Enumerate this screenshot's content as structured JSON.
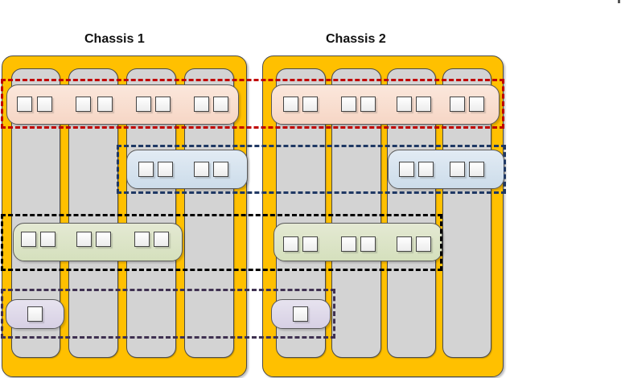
{
  "diagram": {
    "chassis": [
      {
        "id": "chassis-1",
        "label": "Chassis 1",
        "blade_count": 4
      },
      {
        "id": "chassis-2",
        "label": "Chassis 2",
        "blade_count": 4
      }
    ],
    "colors": {
      "chassis_fill": "#ffc000",
      "blade_fill": "#d3d3d3",
      "red_group": "#c00000",
      "blue_group": "#1f3864",
      "black_group": "#000000",
      "purple_group": "#3f3151",
      "red_module_fill": "#f8dccd",
      "blue_module_fill": "#d6e3ef",
      "green_module_fill": "#dde4c8",
      "purple_module_fill": "#ddd8e9"
    },
    "groups": [
      {
        "name": "red-group",
        "chassis_1_ports": 8,
        "chassis_2_ports": 8,
        "spans_blades": "all 4 in each chassis"
      },
      {
        "name": "blue-group",
        "chassis_1_ports": 4,
        "chassis_2_ports": 4,
        "spans_blades": "blades 3-4 in each chassis"
      },
      {
        "name": "black-group",
        "chassis_1_ports": 6,
        "chassis_2_ports": 6,
        "spans_blades": "blades 1-3 in each chassis"
      },
      {
        "name": "purple-group",
        "chassis_1_ports": 1,
        "chassis_2_ports": 1,
        "spans_blades": "blade 1 in each chassis"
      }
    ]
  }
}
